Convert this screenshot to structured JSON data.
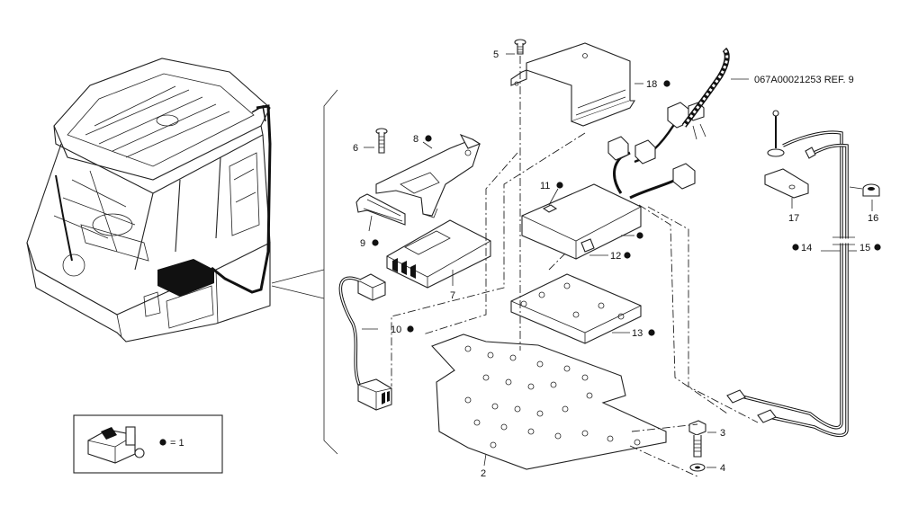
{
  "reference": "067A00021253 REF. 9",
  "callouts": [
    {
      "id": "c1",
      "label": "= 1",
      "dot": true,
      "dot_first": true
    },
    {
      "id": "c2",
      "label": "2",
      "dot": false
    },
    {
      "id": "c3",
      "label": "3",
      "dot": false
    },
    {
      "id": "c4",
      "label": "4",
      "dot": false
    },
    {
      "id": "c5",
      "label": "5",
      "dot": false
    },
    {
      "id": "c6",
      "label": "6",
      "dot": false
    },
    {
      "id": "c7",
      "label": "7",
      "dot": false
    },
    {
      "id": "c8",
      "label": "8",
      "dot": true
    },
    {
      "id": "c9",
      "label": "9",
      "dot": true
    },
    {
      "id": "c10",
      "label": "10",
      "dot": true
    },
    {
      "id": "c11",
      "label": "11",
      "dot": true
    },
    {
      "id": "c12",
      "label": "12",
      "dot": true
    },
    {
      "id": "c13",
      "label": "13",
      "dot": true
    },
    {
      "id": "c14",
      "label": "14",
      "dot": true,
      "dot_first": true
    },
    {
      "id": "c15",
      "label": "15",
      "dot": true
    },
    {
      "id": "c16",
      "label": "16",
      "dot": false
    },
    {
      "id": "c17",
      "label": "17",
      "dot": false
    },
    {
      "id": "c18",
      "label": "18",
      "dot": true
    }
  ]
}
